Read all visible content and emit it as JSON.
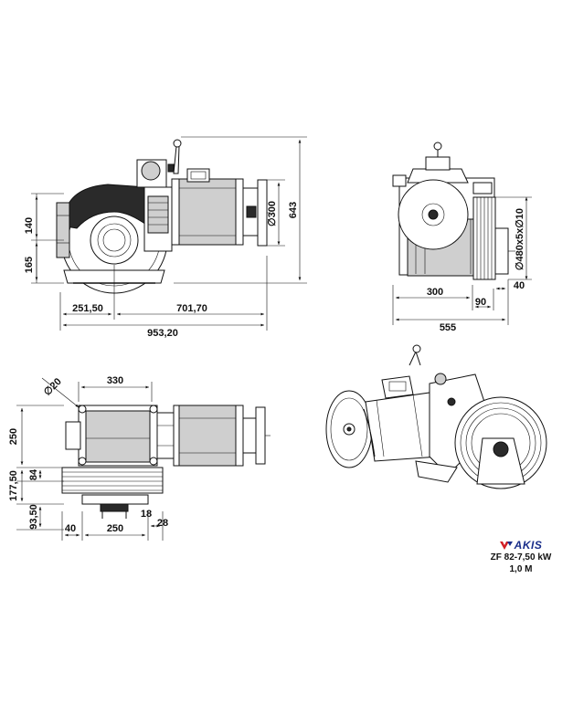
{
  "brand": {
    "logo_text": "AKIS",
    "brand_color": "#1a2e8a",
    "accent_color": "#d21f26"
  },
  "caption": {
    "model": "ZF 82-7,50 kW",
    "speed": "1,0 M"
  },
  "dimensions": {
    "front_view": {
      "height_140": "140",
      "height_165": "165",
      "width_251": "251,50",
      "width_701": "701,70",
      "width_953": "953,20",
      "dia_300": "∅300",
      "height_643": "643"
    },
    "side_view": {
      "width_300": "300",
      "width_90": "90",
      "width_40": "40",
      "width_555": "555",
      "sheave": "∅480x5x∅10"
    },
    "top_view": {
      "width_330": "330",
      "dia_20": "∅20",
      "height_250": "250",
      "height_177": "177,50",
      "height_84": "84",
      "height_93": "93,50",
      "width_40": "40",
      "width_250": "250",
      "width_18": "18",
      "width_28": "28"
    }
  }
}
